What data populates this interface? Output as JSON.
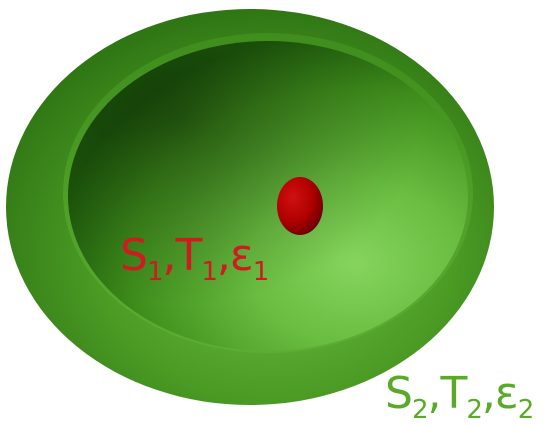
{
  "colors": {
    "outer_body": "#4a9a24",
    "inner_surface": "#6cc045",
    "inclusion": "#b30000",
    "inner_label": "#d11a1f",
    "outer_label": "#5aaa2a"
  },
  "inner_label": {
    "parts": [
      {
        "symbol": "S",
        "subscript": "1"
      },
      {
        "symbol": "T",
        "subscript": "1"
      },
      {
        "symbol": "ε",
        "subscript": "1"
      }
    ],
    "separator": ","
  },
  "outer_label": {
    "parts": [
      {
        "symbol": "S",
        "subscript": "2"
      },
      {
        "symbol": "T",
        "subscript": "2"
      },
      {
        "symbol": "ε",
        "subscript": "2"
      }
    ],
    "separator": ","
  }
}
